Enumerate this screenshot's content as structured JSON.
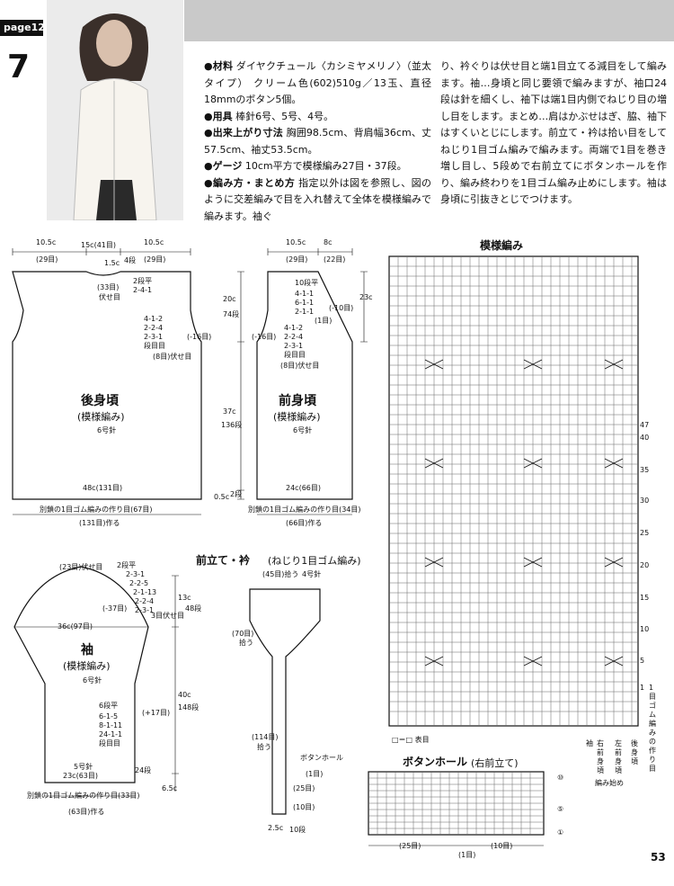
{
  "header": {
    "page_tab": "page12",
    "pattern_number": "7"
  },
  "instructions": {
    "col1": [
      {
        "lead": "●材料",
        "text": "ダイヤクチュール〈カシミヤメリノ〉（並太タイプ） クリーム色(602)510g／13玉、直径18mmのボタン5個。"
      },
      {
        "lead": "●用具",
        "text": "棒針6号、5号、4号。"
      },
      {
        "lead": "●出来上がり寸法",
        "text": "胸囲98.5cm、背肩幅36cm、丈57.5cm、袖丈53.5cm。"
      },
      {
        "lead": "●ゲージ",
        "text": "10cm平方で模様編み27目・37段。"
      },
      {
        "lead": "●編み方・まとめ方",
        "text": "指定以外は図を参照し、図のように交差編みで目を入れ替えて全体を模様編みで編みます。袖ぐ"
      }
    ],
    "col2": "り、衿ぐりは伏せ目と端1目立てる減目をして編みます。袖…身頃と同じ要領で編みますが、袖口24段は針を細くし、袖下は端1目内側でねじり目の増し目をします。まとめ…肩はかぶせはぎ、脇、袖下はすくいとじにします。前立て・衿は拾い目をしてねじり1目ゴム編みで編みます。両端で1目を巻き増し目し、5段めで右前立てにボタンホールを作り、編み終わりを1目ゴム編み止めにします。袖は身頃に引抜きとじでつけます。"
  },
  "back_body": {
    "title": "後身頃",
    "subtitle": "(模様編み)",
    "needle": "6号針",
    "top_dims": [
      "10.5c",
      "15c(41目)",
      "10.5c",
      "(29目)",
      "(29目)"
    ],
    "neck": [
      "1.5c",
      "4段",
      "2段平",
      "2-4-1",
      "(33目)",
      "伏せ目"
    ],
    "armhole": [
      "4-1-2",
      "2-2-4",
      "2-3-1",
      "段目目",
      "(8目)伏せ目",
      "(-16目)"
    ],
    "height": [
      "20c",
      "74段",
      "37c",
      "136段",
      "0.5c",
      "2段"
    ],
    "bottom": [
      "48c(131目)",
      "別鎖の1目ゴム編みの作り目(67目)",
      "(131目)作る"
    ]
  },
  "front_body": {
    "title": "前身頃",
    "subtitle": "(模様編み)",
    "needle": "6号針",
    "top_dims": [
      "10.5c",
      "8c",
      "(29目)",
      "(22目)"
    ],
    "neck": [
      "10段平",
      "4-1-1",
      "6-1-1",
      "2-1-1",
      "(1目)",
      "(-10目)"
    ],
    "armhole": [
      "4-1-2",
      "2-2-4",
      "2-3-1",
      "段目目",
      "(8目)伏せ目",
      "(-16目)"
    ],
    "height": [
      "23c"
    ],
    "bottom": [
      "24c(66目)",
      "別鎖の1目ゴム編みの作り目(34目)",
      "(66目)作る"
    ]
  },
  "sleeve": {
    "title": "袖",
    "subtitle": "(模様編み)",
    "needle": "6号針",
    "top": [
      "(23目)伏せ目",
      "2段平",
      "2-3-1",
      "2-2-5",
      "2-1-13",
      "2-2-4",
      "2-3-1",
      "(-37目)",
      "3目伏せ目"
    ],
    "width": "36c(97目)",
    "height": [
      "13c",
      "48段",
      "40c",
      "148段",
      "(+17目)",
      "6.5c",
      "24段"
    ],
    "inc": [
      "6段平",
      "6-1-5",
      "8-1-11",
      "24-1-1",
      "段目目"
    ],
    "cuff": [
      "5号針",
      "23c(63目)",
      "別鎖の1目ゴム編みの作り目(33目)",
      "(63目)作る"
    ]
  },
  "band": {
    "title": "前立て・衿",
    "subtitle": "(ねじり1目ゴム編み)",
    "labels": [
      "(45目)拾う",
      "4号針",
      "(70目)",
      "拾う",
      "(114目)",
      "拾う",
      "ボタンホール",
      "(1目)",
      "(25目)",
      "(10目)",
      "2.5c",
      "10段"
    ]
  },
  "chart": {
    "title": "模様編み",
    "row_marks": [
      "47",
      "40",
      "35",
      "30",
      "25",
      "20",
      "15",
      "10",
      "5",
      "1"
    ],
    "legend": "□＝□ 表目",
    "bottom_labels": [
      "袖",
      "右前身頃",
      "左前身頃",
      "後身頃"
    ],
    "side_label": "1目ゴム編みの作り目",
    "start_label": "編み始め"
  },
  "buttonhole": {
    "title": "ボタンホール",
    "subtitle": "(右前立て)",
    "row_marks": [
      "⑩",
      "⑤",
      "①"
    ],
    "dims": [
      "(25目)",
      "(10目)",
      "(1目)"
    ]
  },
  "footer": {
    "page_number": "53"
  }
}
